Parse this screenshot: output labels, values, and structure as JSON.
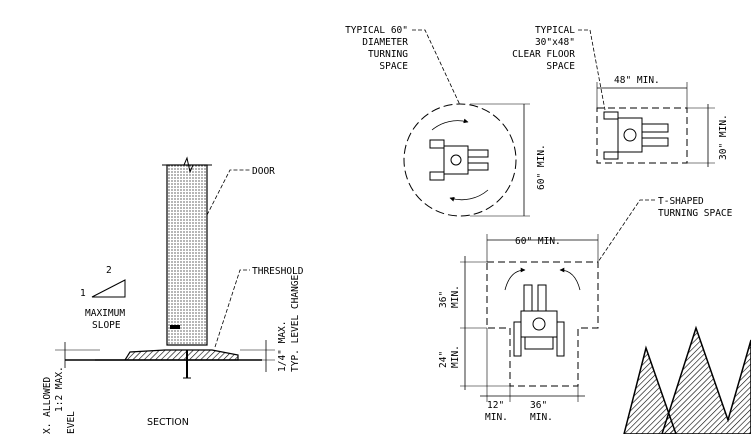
{
  "section": {
    "door_label": "DOOR",
    "threshold_label": "THRESHOLD",
    "slope_rise": "2",
    "slope_run": "1",
    "max_slope_line1": "MAXIMUM",
    "max_slope_line2": "SLOPE",
    "level_change_line1": "1/4\" MAX.",
    "level_change_line2": "TYP. LEVEL CHANGE",
    "allowed_line1": "X. ALLOWED",
    "allowed_line2": "1:2 MAX.",
    "allowed_line3": "EVEL",
    "title": "SECTION"
  },
  "circle_space": {
    "callout_line1": "TYPICAL 60\"",
    "callout_line2": "DIAMETER",
    "callout_line3": "TURNING",
    "callout_line4": "SPACE",
    "dim": "60\" MIN."
  },
  "floor_space": {
    "callout_line1": "TYPICAL",
    "callout_line2": "30\"x48\"",
    "callout_line3": "CLEAR FLOOR",
    "callout_line4": "SPACE",
    "width_dim": "48\" MIN.",
    "depth_dim": "30\" MIN."
  },
  "t_space": {
    "callout_line1": "T-SHAPED",
    "callout_line2": "TURNING SPACE",
    "top_dim": "60\" MIN.",
    "upper_dim_line1": "36\"",
    "upper_dim_line2": "MIN.",
    "lower_dim_line1": "24\"",
    "lower_dim_line2": "MIN.",
    "left_dim_line1": "12\"",
    "left_dim_line2": "MIN.",
    "right_dim_line1": "36\"",
    "right_dim_line2": "MIN."
  }
}
